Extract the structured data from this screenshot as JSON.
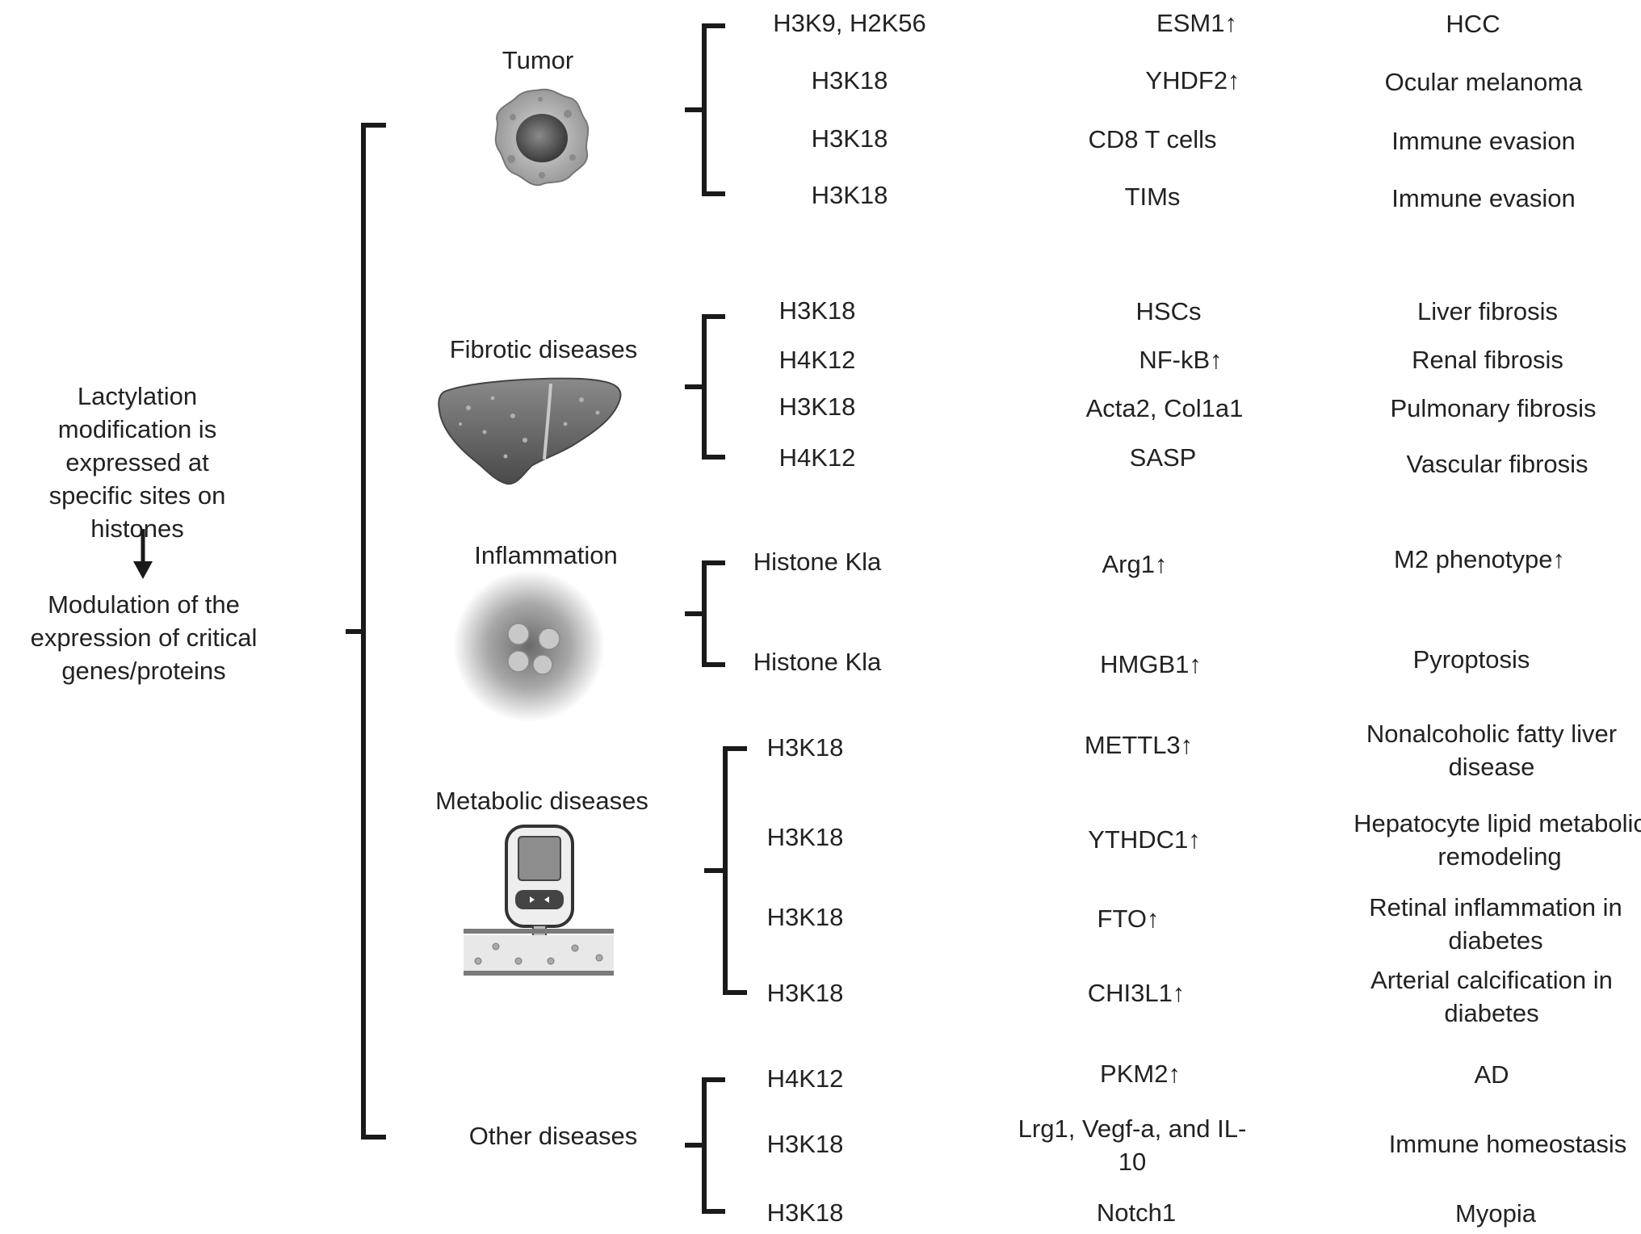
{
  "left": {
    "statement": "Lactylation modification is expressed at specific sites on histones",
    "result": "Modulation of the expression of critical genes/proteins"
  },
  "groups": [
    {
      "name": "Tumor",
      "icon": "tumor-cell-icon",
      "rows": [
        {
          "site": "H3K9, H2K56",
          "target": "ESM1↑",
          "outcome": "HCC"
        },
        {
          "site": "H3K18",
          "target": "YHDF2↑",
          "outcome": "Ocular melanoma"
        },
        {
          "site": "H3K18",
          "target": "CD8 T cells",
          "outcome": "Immune evasion"
        },
        {
          "site": "H3K18",
          "target": "TIMs",
          "outcome": "Immune evasion"
        }
      ]
    },
    {
      "name": "Fibrotic diseases",
      "icon": "liver-icon",
      "rows": [
        {
          "site": "H3K18",
          "target": "HSCs",
          "outcome": "Liver fibrosis"
        },
        {
          "site": "H4K12",
          "target": "NF-kB↑",
          "outcome": "Renal fibrosis"
        },
        {
          "site": "H3K18",
          "target": "Acta2, Col1a1",
          "outcome": "Pulmonary fibrosis"
        },
        {
          "site": "H4K12",
          "target": "SASP",
          "outcome": "Vascular fibrosis"
        }
      ]
    },
    {
      "name": "Inflammation",
      "icon": "inflammation-cells-icon",
      "rows": [
        {
          "site": "Histone Kla",
          "target": "Arg1↑",
          "outcome": "M2 phenotype↑"
        },
        {
          "site": "Histone Kla",
          "target": "HMGB1↑",
          "outcome": "Pyroptosis"
        }
      ]
    },
    {
      "name": "Metabolic diseases",
      "icon": "glucose-meter-icon",
      "rows": [
        {
          "site": "H3K18",
          "target": "METTL3↑",
          "outcome": "Nonalcoholic fatty liver disease"
        },
        {
          "site": "H3K18",
          "target": "YTHDC1↑",
          "outcome": "Hepatocyte lipid metabolic remodeling"
        },
        {
          "site": "H3K18",
          "target": "FTO↑",
          "outcome": "Retinal inflammation in diabetes"
        },
        {
          "site": "H3K18",
          "target": "CHI3L1↑",
          "outcome": "Arterial calcification in diabetes"
        }
      ]
    },
    {
      "name": "Other diseases",
      "icon": "",
      "rows": [
        {
          "site": "H4K12",
          "target": "PKM2↑",
          "outcome": "AD"
        },
        {
          "site": "H3K18",
          "target": "Lrg1, Vegf-a, and IL-10",
          "outcome": "Immune homeostasis"
        },
        {
          "site": "H3K18",
          "target": "Notch1",
          "outcome": "Myopia"
        }
      ]
    }
  ],
  "colors": {
    "line": "#1a1a1a",
    "text": "#222222"
  }
}
